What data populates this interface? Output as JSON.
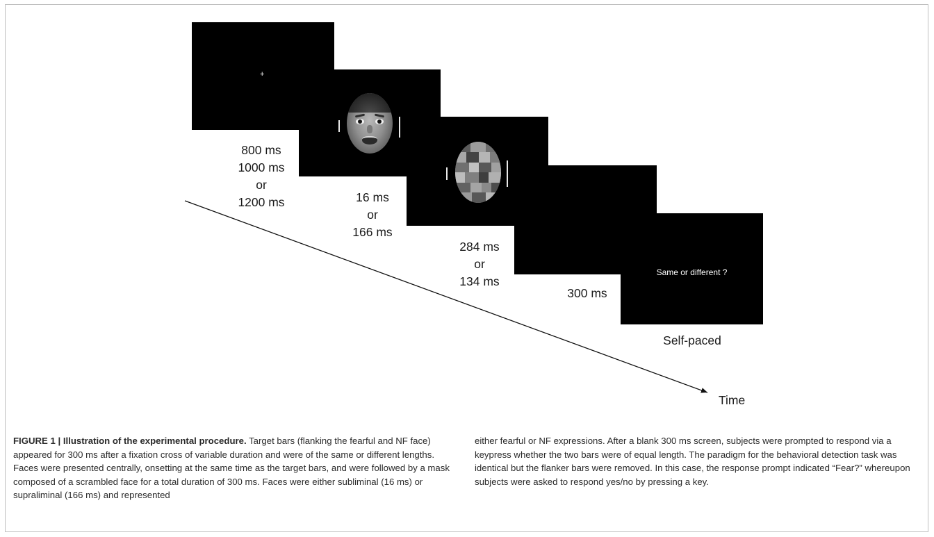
{
  "figure": {
    "screens": [
      {
        "id": "fixation",
        "duration_lines": [
          "800 ms",
          "1000 ms",
          "or",
          "1200 ms"
        ]
      },
      {
        "id": "face",
        "duration_lines": [
          "16 ms",
          "or",
          "166 ms"
        ]
      },
      {
        "id": "mask",
        "duration_lines": [
          "284 ms",
          "or",
          "134 ms"
        ]
      },
      {
        "id": "blank",
        "duration_lines": [
          "300 ms"
        ]
      },
      {
        "id": "response",
        "prompt": "Same or different ?",
        "duration_lines": [
          "Self-paced"
        ]
      }
    ],
    "fixation_symbol": "+",
    "time_label": "Time",
    "colors": {
      "screen": "#000000",
      "stimulus_text": "#ffffff",
      "flanker_bar": "#e8e8e8"
    }
  },
  "caption": {
    "label": "FIGURE 1 | Illustration of the experimental procedure.",
    "left_text": "Target bars (flanking the fearful and NF face) appeared for 300 ms after a fixation cross of variable duration and were of the same or different lengths. Faces were presented centrally, onsetting at the same time as the target bars, and were followed by a mask composed of a scrambled face for a total duration of 300 ms. Faces were either subliminal (16 ms) or supraliminal (166 ms) and represented",
    "right_text": "either fearful or NF expressions. After a blank 300 ms screen, subjects were prompted to respond via a keypress whether the two bars were of equal length. The paradigm for the behavioral detection task was identical but the flanker bars were removed. In this case, the response prompt indicated “Fear?” whereupon subjects were asked to respond yes/no by pressing a key."
  }
}
